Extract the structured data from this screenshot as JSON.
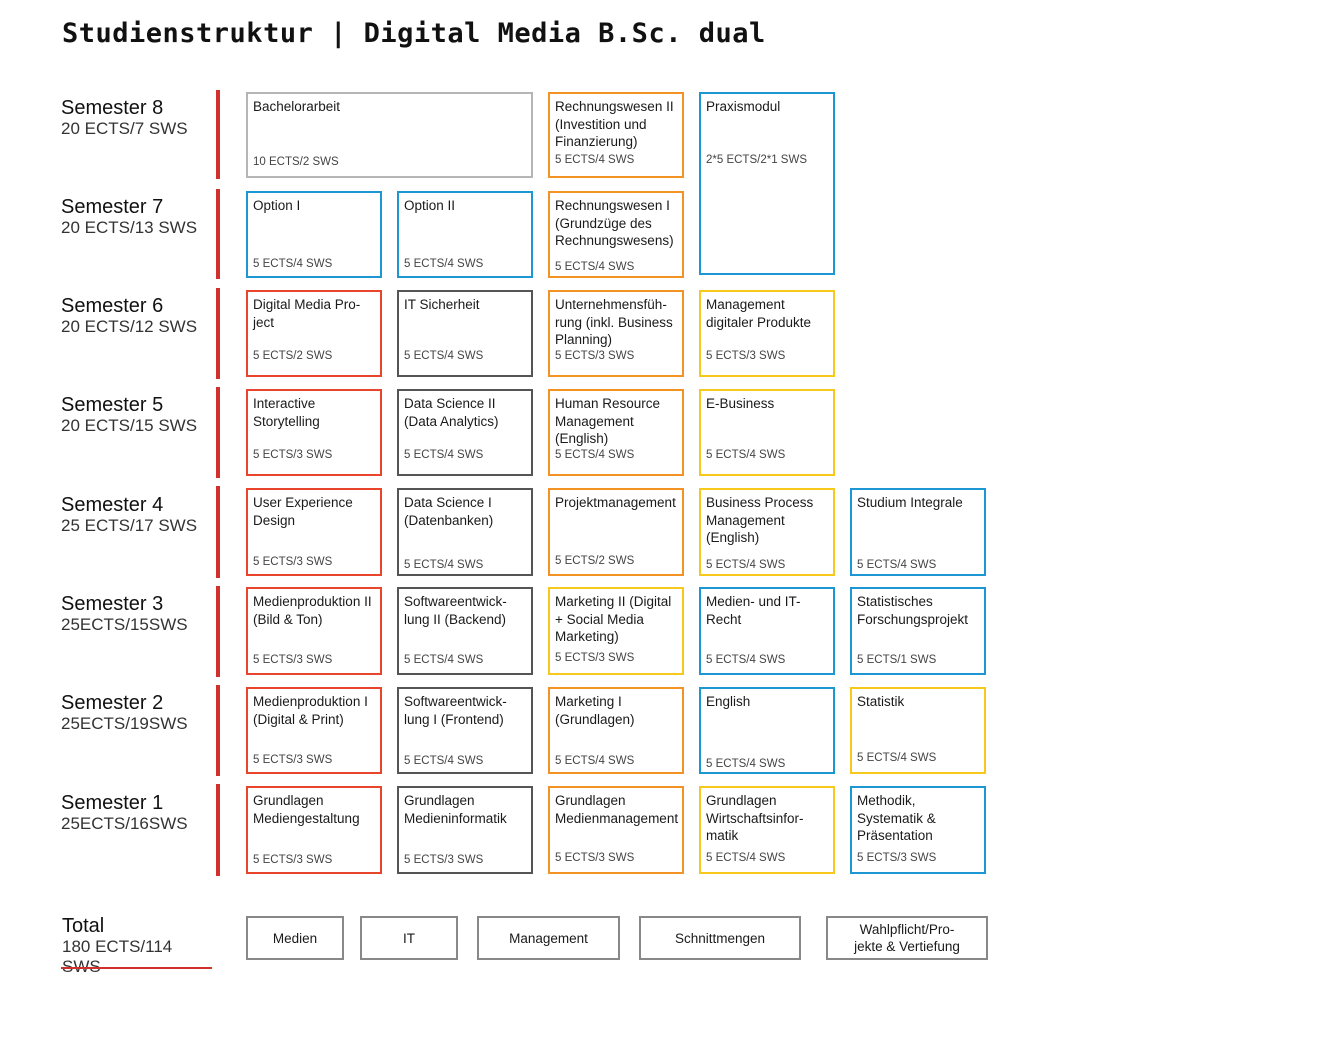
{
  "title": "Studienstruktur | Digital Media B.Sc. dual",
  "semesters": [
    {
      "name": "Semester 8",
      "credits": "20 ECTS/7 SWS"
    },
    {
      "name": "Semester 7",
      "credits": "20 ECTS/13 SWS"
    },
    {
      "name": "Semester 6",
      "credits": "20 ECTS/12 SWS"
    },
    {
      "name": "Semester 5",
      "credits": "20 ECTS/15 SWS"
    },
    {
      "name": "Semester 4",
      "credits": "25 ECTS/17 SWS"
    },
    {
      "name": "Semester 3",
      "credits": "25ECTS/15SWS"
    },
    {
      "name": "Semester 2",
      "credits": "25ECTS/19SWS"
    },
    {
      "name": "Semester 1",
      "credits": "25ECTS/16SWS"
    }
  ],
  "modules": [
    {
      "semester": 8,
      "category": "bachelor",
      "title": "Bachelorarbeit",
      "credits": "10 ECTS/2 SWS"
    },
    {
      "semester": 8,
      "category": "management",
      "title": "Rechnungswesen II\n(Investition und\nFinanzierung)",
      "credits": "5 ECTS/4 SWS"
    },
    {
      "semester": "7-8",
      "category": "wahl",
      "title": "Praxismodul",
      "credits": "2*5 ECTS/2*1 SWS"
    },
    {
      "semester": 7,
      "category": "wahl",
      "title": "Option I",
      "credits": "5 ECTS/4 SWS"
    },
    {
      "semester": 7,
      "category": "wahl",
      "title": "Option II",
      "credits": "5 ECTS/4 SWS"
    },
    {
      "semester": 7,
      "category": "management",
      "title": "Rechnungswesen I\n(Grundzüge des\nRechnungswesens)",
      "credits": "5 ECTS/4 SWS"
    },
    {
      "semester": 6,
      "category": "medien",
      "title": "Digital Media Pro-\nject",
      "credits": "5 ECTS/2 SWS"
    },
    {
      "semester": 6,
      "category": "it",
      "title": "IT Sicherheit",
      "credits": "5 ECTS/4 SWS"
    },
    {
      "semester": 6,
      "category": "management",
      "title": "Unternehmensfüh-\nrung (inkl. Business\nPlanning)",
      "credits": "5 ECTS/3 SWS"
    },
    {
      "semester": 6,
      "category": "schnitt",
      "title": "Management\ndigitaler Produkte",
      "credits": "5 ECTS/3 SWS"
    },
    {
      "semester": 5,
      "category": "medien",
      "title": "Interactive\nStorytelling",
      "credits": "5 ECTS/3 SWS"
    },
    {
      "semester": 5,
      "category": "it",
      "title": "Data Science II\n(Data Analytics)",
      "credits": "5 ECTS/4 SWS"
    },
    {
      "semester": 5,
      "category": "management",
      "title": "Human Resource\nManagement\n(English)",
      "credits": "5 ECTS/4 SWS"
    },
    {
      "semester": 5,
      "category": "schnitt",
      "title": "E-Business",
      "credits": "5 ECTS/4 SWS"
    },
    {
      "semester": 4,
      "category": "medien",
      "title": "User Experience\nDesign",
      "credits": "5 ECTS/3 SWS"
    },
    {
      "semester": 4,
      "category": "it",
      "title": "Data Science I\n(Datenbanken)",
      "credits": "5 ECTS/4 SWS"
    },
    {
      "semester": 4,
      "category": "management",
      "title": "Projektmanagement",
      "credits": "5 ECTS/2 SWS"
    },
    {
      "semester": 4,
      "category": "schnitt",
      "title": "Business Process\nManagement\n(English)",
      "credits": "5 ECTS/4 SWS"
    },
    {
      "semester": 4,
      "category": "wahl",
      "title": "Studium Integrale",
      "credits": "5 ECTS/4 SWS"
    },
    {
      "semester": 3,
      "category": "medien",
      "title": "Medienproduktion II\n(Bild & Ton)",
      "credits": "5 ECTS/3 SWS"
    },
    {
      "semester": 3,
      "category": "it",
      "title": "Softwareentwick-\nlung  II (Backend)",
      "credits": "5 ECTS/4 SWS"
    },
    {
      "semester": 3,
      "category": "schnitt",
      "title": "Marketing II (Digital\n+ Social Media\nMarketing)",
      "credits": "5 ECTS/3 SWS"
    },
    {
      "semester": 3,
      "category": "wahl",
      "title": "Medien- und IT-\nRecht",
      "credits": "5 ECTS/4 SWS"
    },
    {
      "semester": 3,
      "category": "wahl",
      "title": "Statistisches\nForschungsprojekt",
      "credits": "5 ECTS/1 SWS"
    },
    {
      "semester": 2,
      "category": "medien",
      "title": "Medienproduktion I\n(Digital & Print)",
      "credits": "5 ECTS/3 SWS"
    },
    {
      "semester": 2,
      "category": "it",
      "title": "Softwareentwick-\nlung  I (Frontend)",
      "credits": "5 ECTS/4 SWS"
    },
    {
      "semester": 2,
      "category": "management",
      "title": "Marketing I\n(Grundlagen)",
      "credits": "5 ECTS/4 SWS"
    },
    {
      "semester": 2,
      "category": "wahl",
      "title": "English",
      "credits": "5 ECTS/4 SWS"
    },
    {
      "semester": 2,
      "category": "schnitt",
      "title": "Statistik",
      "credits": "5 ECTS/4 SWS"
    },
    {
      "semester": 1,
      "category": "medien",
      "title": "Grundlagen\nMediengestaltung",
      "credits": "5 ECTS/3 SWS"
    },
    {
      "semester": 1,
      "category": "it",
      "title": "Grundlagen\nMedieninformatik",
      "credits": "5 ECTS/3 SWS"
    },
    {
      "semester": 1,
      "category": "management",
      "title": "Grundlagen\nMedienmanagement",
      "credits": "5 ECTS/3 SWS"
    },
    {
      "semester": 1,
      "category": "schnitt",
      "title": "Grundlagen\nWirtschaftsinfor-\nmatik",
      "credits": "5 ECTS/4 SWS"
    },
    {
      "semester": 1,
      "category": "wahl",
      "title": "Methodik,\nSystematik &\nPräsentation",
      "credits": "5 ECTS/3 SWS"
    }
  ],
  "total": {
    "label": "Total",
    "credits": "180 ECTS/114 SWS"
  },
  "legend": [
    {
      "label": "Medien",
      "category": "medien"
    },
    {
      "label": "IT",
      "category": "it"
    },
    {
      "label": "Management",
      "category": "management"
    },
    {
      "label": "Schnittmengen",
      "category": "schnitt"
    },
    {
      "label": "Wahlpflicht/Pro-\njekte & Vertiefung",
      "category": "wahl"
    }
  ],
  "colors": {
    "medien": "#e8452c",
    "it": "#555555",
    "management": "#f39323",
    "schnittmengen": "#f7c91c",
    "wahlpflicht": "#1d97d4",
    "bachelorarbeit": "#b5b5b5",
    "semester_bar": "#d0312d"
  }
}
